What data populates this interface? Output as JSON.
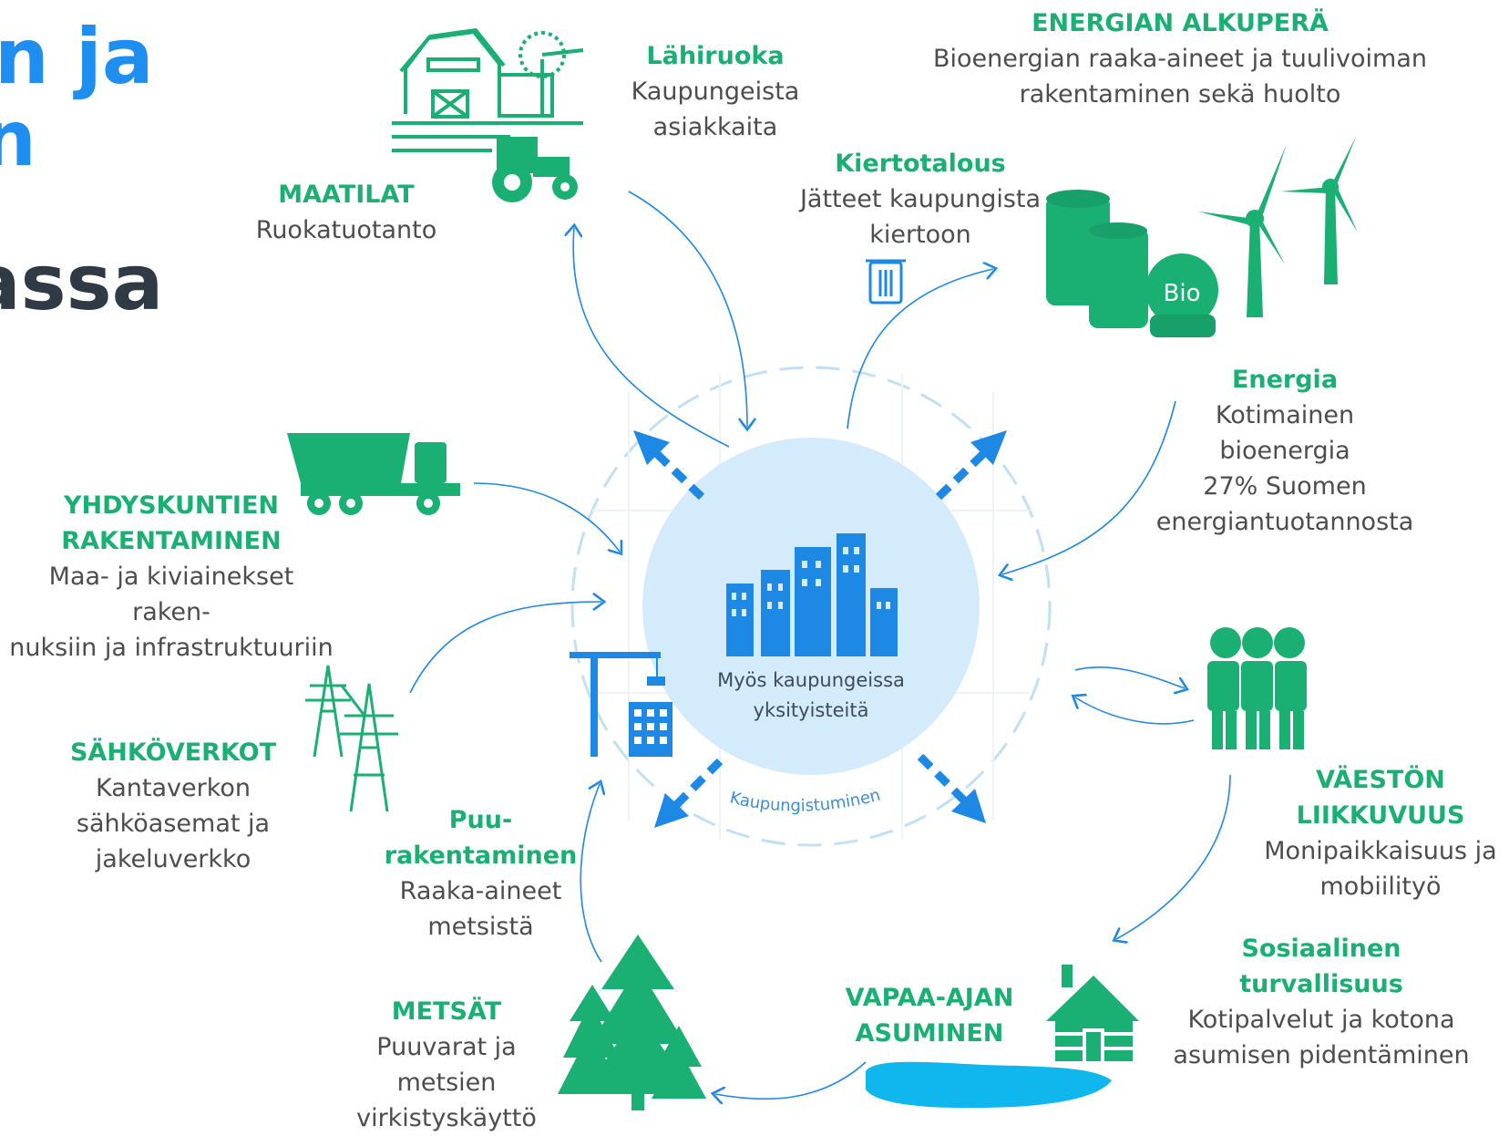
{
  "colors": {
    "green": "#1aaf73",
    "blue": "#1e88e5",
    "light_blue_fill": "#d3ebfb",
    "text": "#4d4d4d",
    "title_blue": "#1e8ff0",
    "title_dark": "#2f3a45"
  },
  "title_fragments": {
    "line1": "n ja",
    "line2": "n",
    "line3": "assa"
  },
  "center": {
    "text": "Myös kaupungeissa\nyksityisteitä",
    "arc_label": "Kaupungistuminen"
  },
  "nodes": {
    "maatilat": {
      "heading": "MAATILAT",
      "text": "Ruokatuotanto"
    },
    "lahiruoka": {
      "heading": "Lähiruoka",
      "text": "Kaupungeista\nasiakkaita"
    },
    "energian_alkupera": {
      "heading": "ENERGIAN ALKUPERÄ",
      "text": "Bioenergian raaka-aineet ja tuulivoiman\nrakentaminen sekä huolto"
    },
    "kiertotalous": {
      "heading": "Kiertotalous",
      "text": "Jätteet kaupungista\nkiertoon"
    },
    "energia": {
      "heading": "Energia",
      "text": "Kotimainen\nbioenergia\n27% Suomen\nenergiantuotannosta"
    },
    "yhdyskuntien": {
      "heading": "YHDYSKUNTIEN\nRAKENTAMINEN",
      "text": "Maa- ja kiviainekset raken-\nnuksiin ja infrastruktuuriin"
    },
    "sahkoverkot": {
      "heading": "SÄHKÖVERKOT",
      "text": "Kantaverkon\nsähköasemat ja\njakeluverkko"
    },
    "puurakentaminen": {
      "heading": "Puu-\nrakentaminen",
      "text": "Raaka-aineet\nmetsistä"
    },
    "vaeston": {
      "heading": "VÄESTÖN\nLIIKKUVUUS",
      "text": "Monipaikkaisuus ja\nmobiilityö"
    },
    "sosiaalinen": {
      "heading": "Sosiaalinen\nturvallisuus",
      "text": "Kotipalvelut ja kotona\nasumisen pidentäminen"
    },
    "vapaa_ajan": {
      "heading": "VAPAA-AJAN\nASUMINEN",
      "text": ""
    },
    "metsat": {
      "heading": "METSÄT",
      "text": "Puuvarat ja\nmetsien\nvirkistyskäyttö"
    }
  },
  "bio_badge": "Bio",
  "icons": [
    "farm-icon",
    "windmill-icon",
    "tractor-icon",
    "bio-tanks-icon",
    "wind-turbines-icon",
    "trash-can-icon",
    "dump-truck-icon",
    "power-pylon-icon",
    "crane-building-icon",
    "city-skyline-icon",
    "people-icon",
    "log-cabin-icon",
    "lake-icon",
    "spruce-trees-icon"
  ]
}
